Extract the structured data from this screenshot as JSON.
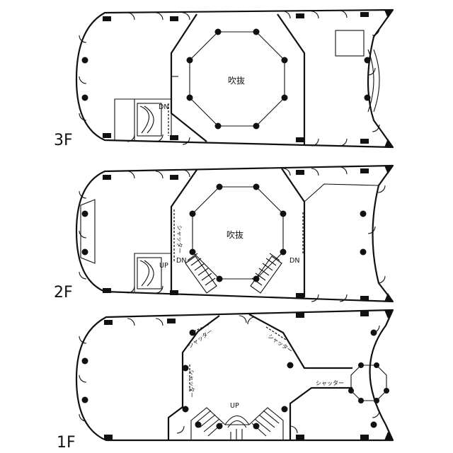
{
  "floors": [
    {
      "id": "3F",
      "label": "3F",
      "void_label": "吹抜",
      "dn_label": "DN"
    },
    {
      "id": "2F",
      "label": "2F",
      "void_label": "吹抜",
      "up_label": "UP",
      "dn_label": "DN",
      "shutter_label": "シャッター"
    },
    {
      "id": "1F",
      "label": "1F",
      "up_label": "UP",
      "shutter_label": "シャッター"
    }
  ]
}
